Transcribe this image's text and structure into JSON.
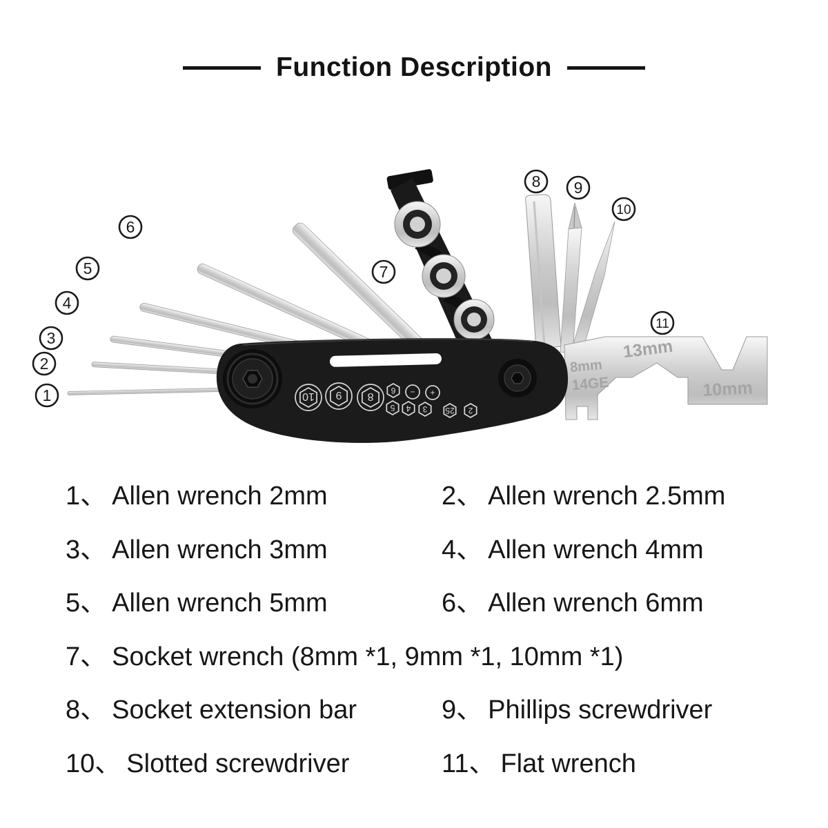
{
  "title": {
    "text": "Function Description"
  },
  "diagram": {
    "callouts": [
      {
        "num": "1"
      },
      {
        "num": "2"
      },
      {
        "num": "3"
      },
      {
        "num": "4"
      },
      {
        "num": "5"
      },
      {
        "num": "6"
      },
      {
        "num": "7"
      },
      {
        "num": "8"
      },
      {
        "num": "9"
      },
      {
        "num": "10"
      },
      {
        "num": "11"
      }
    ],
    "handle_markings": {
      "big": [
        "10",
        "9",
        "8"
      ],
      "small_top": [
        "6",
        "−",
        "+"
      ],
      "small_bottom": [
        "5",
        "4",
        "3",
        "25",
        "2"
      ]
    },
    "wrench_engravings": {
      "size_13": "13mm",
      "size_8": "8mm",
      "gauge": "14GE",
      "size_10": "10mm"
    }
  },
  "legend": {
    "items": [
      {
        "prefix": "1、",
        "label": "Allen wrench 2mm"
      },
      {
        "prefix": "2、",
        "label": "Allen wrench 2.5mm"
      },
      {
        "prefix": "3、",
        "label": "Allen wrench 3mm"
      },
      {
        "prefix": "4、",
        "label": "Allen wrench 4mm"
      },
      {
        "prefix": "5、",
        "label": "Allen wrench 5mm"
      },
      {
        "prefix": "6、",
        "label": "Allen wrench 6mm"
      },
      {
        "prefix": "7、",
        "label": "Socket wrench (8mm *1, 9mm *1, 10mm *1)"
      },
      {
        "prefix": "8、",
        "label": "Socket extension bar"
      },
      {
        "prefix": "9、",
        "label": "Phillips screwdriver"
      },
      {
        "prefix": "10、",
        "label": "Slotted screwdriver"
      },
      {
        "prefix": "11、",
        "label": "Flat wrench"
      }
    ]
  }
}
